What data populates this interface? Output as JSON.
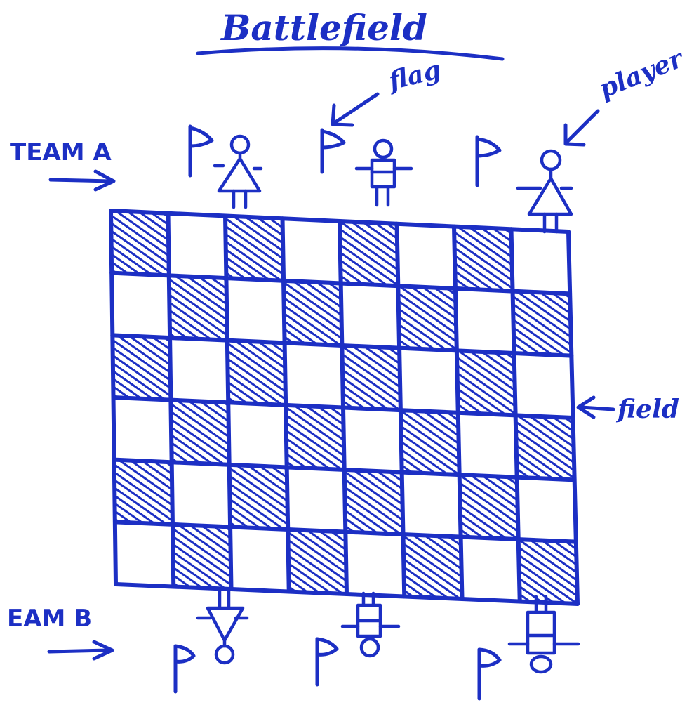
{
  "title": "Battlefield",
  "labels": {
    "flag": "flag",
    "player": "player",
    "team_a": "TEAM A",
    "team_b": "EAM B",
    "field": "field"
  },
  "colors": {
    "ink": "#1c2fc4",
    "shade": "#2a3fd0",
    "paper": "#ffffff"
  },
  "field": {
    "rows": 6,
    "cols": 8,
    "shaded_cells": [
      [
        0,
        0
      ],
      [
        0,
        2
      ],
      [
        0,
        4
      ],
      [
        0,
        6
      ],
      [
        1,
        1
      ],
      [
        1,
        3
      ],
      [
        1,
        5
      ],
      [
        1,
        7
      ],
      [
        2,
        0
      ],
      [
        2,
        2
      ],
      [
        2,
        4
      ],
      [
        2,
        6
      ],
      [
        3,
        1
      ],
      [
        3,
        3
      ],
      [
        3,
        5
      ],
      [
        3,
        7
      ],
      [
        4,
        0
      ],
      [
        4,
        2
      ],
      [
        4,
        4
      ],
      [
        4,
        6
      ],
      [
        5,
        1
      ],
      [
        5,
        3
      ],
      [
        5,
        5
      ],
      [
        5,
        7
      ]
    ]
  },
  "team_a": {
    "flags": 3,
    "players": [
      "girl",
      "boy",
      "girl"
    ]
  },
  "team_b": {
    "flags": 3,
    "players": [
      "girl",
      "boy",
      "boy"
    ]
  }
}
